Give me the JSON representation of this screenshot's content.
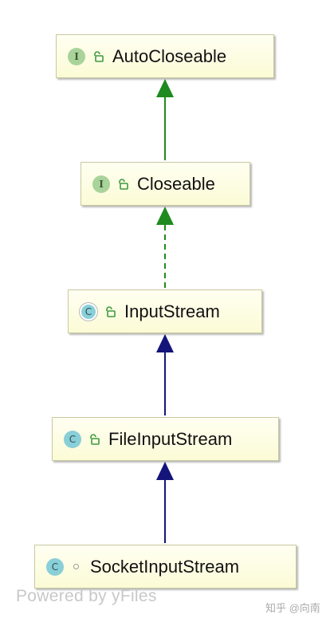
{
  "nodes": {
    "autocloseable": {
      "label": "AutoCloseable",
      "kind": "interface",
      "badge": "I",
      "visibility": "public"
    },
    "closeable": {
      "label": "Closeable",
      "kind": "interface",
      "badge": "I",
      "visibility": "public"
    },
    "inputstream": {
      "label": "InputStream",
      "kind": "abstract-class",
      "badge": "C",
      "visibility": "public"
    },
    "fileinputstream": {
      "label": "FileInputStream",
      "kind": "class",
      "badge": "C",
      "visibility": "public"
    },
    "socketinputstream": {
      "label": "SocketInputStream",
      "kind": "class",
      "badge": "C",
      "visibility": "package-private"
    }
  },
  "edges": [
    {
      "from": "Closeable",
      "to": "AutoCloseable",
      "relation": "extends",
      "style": "solid",
      "color": "#1f8a1f"
    },
    {
      "from": "InputStream",
      "to": "Closeable",
      "relation": "implements",
      "style": "dashed",
      "color": "#1f8a1f"
    },
    {
      "from": "FileInputStream",
      "to": "InputStream",
      "relation": "extends",
      "style": "solid",
      "color": "#14147a"
    },
    {
      "from": "SocketInputStream",
      "to": "FileInputStream",
      "relation": "extends",
      "style": "solid",
      "color": "#14147a"
    }
  ],
  "colors": {
    "interface_badge": "#a9d39a",
    "class_badge": "#89cfd8",
    "node_fill": "#fbfbd6",
    "interface_arrow": "#1f8a1f",
    "class_arrow": "#14147a"
  },
  "watermark": {
    "left": "Powered by yFiles",
    "right": "知乎 @向南"
  }
}
